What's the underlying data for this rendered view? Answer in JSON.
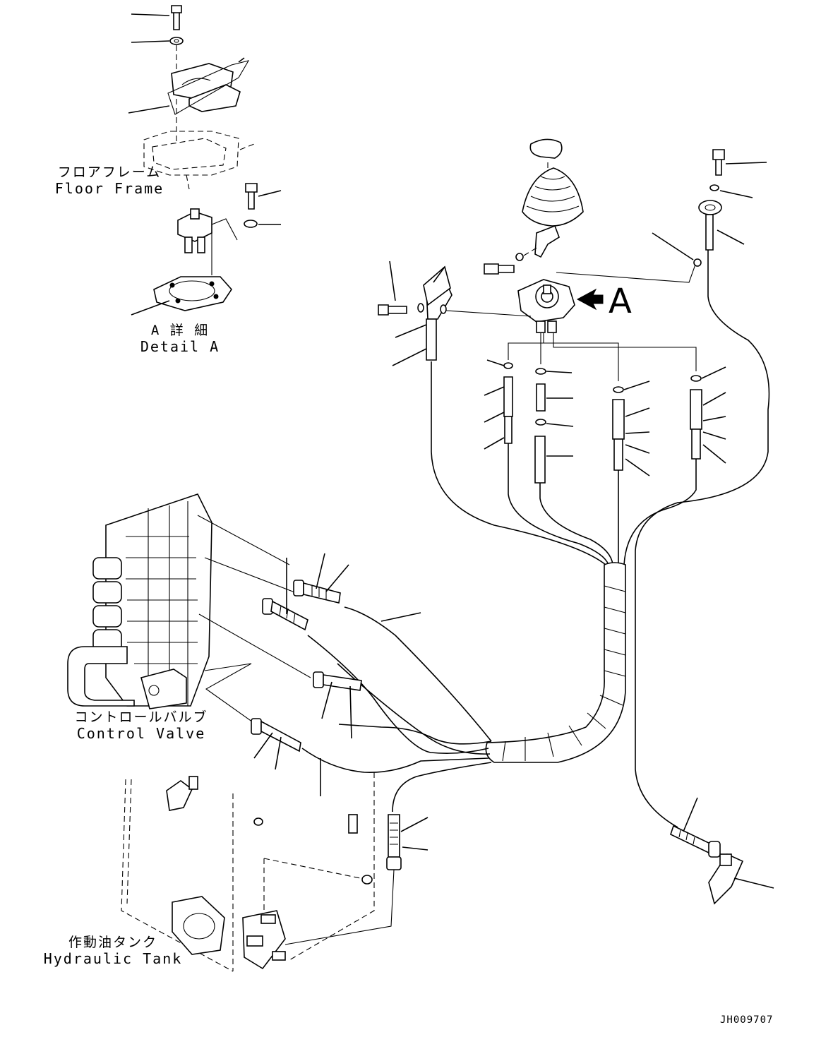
{
  "labels": {
    "floor_frame_jp": "フロアフレーム",
    "floor_frame_en": "Floor Frame",
    "detail_a_jp": "A 詳 細",
    "detail_a_en": "Detail A",
    "control_valve_jp": "コントロールバルブ",
    "control_valve_en": "Control Valve",
    "hydraulic_tank_jp": "作動油タンク",
    "hydraulic_tank_en": "Hydraulic Tank",
    "view_arrow": "A",
    "drawing_code": "JH009707"
  }
}
